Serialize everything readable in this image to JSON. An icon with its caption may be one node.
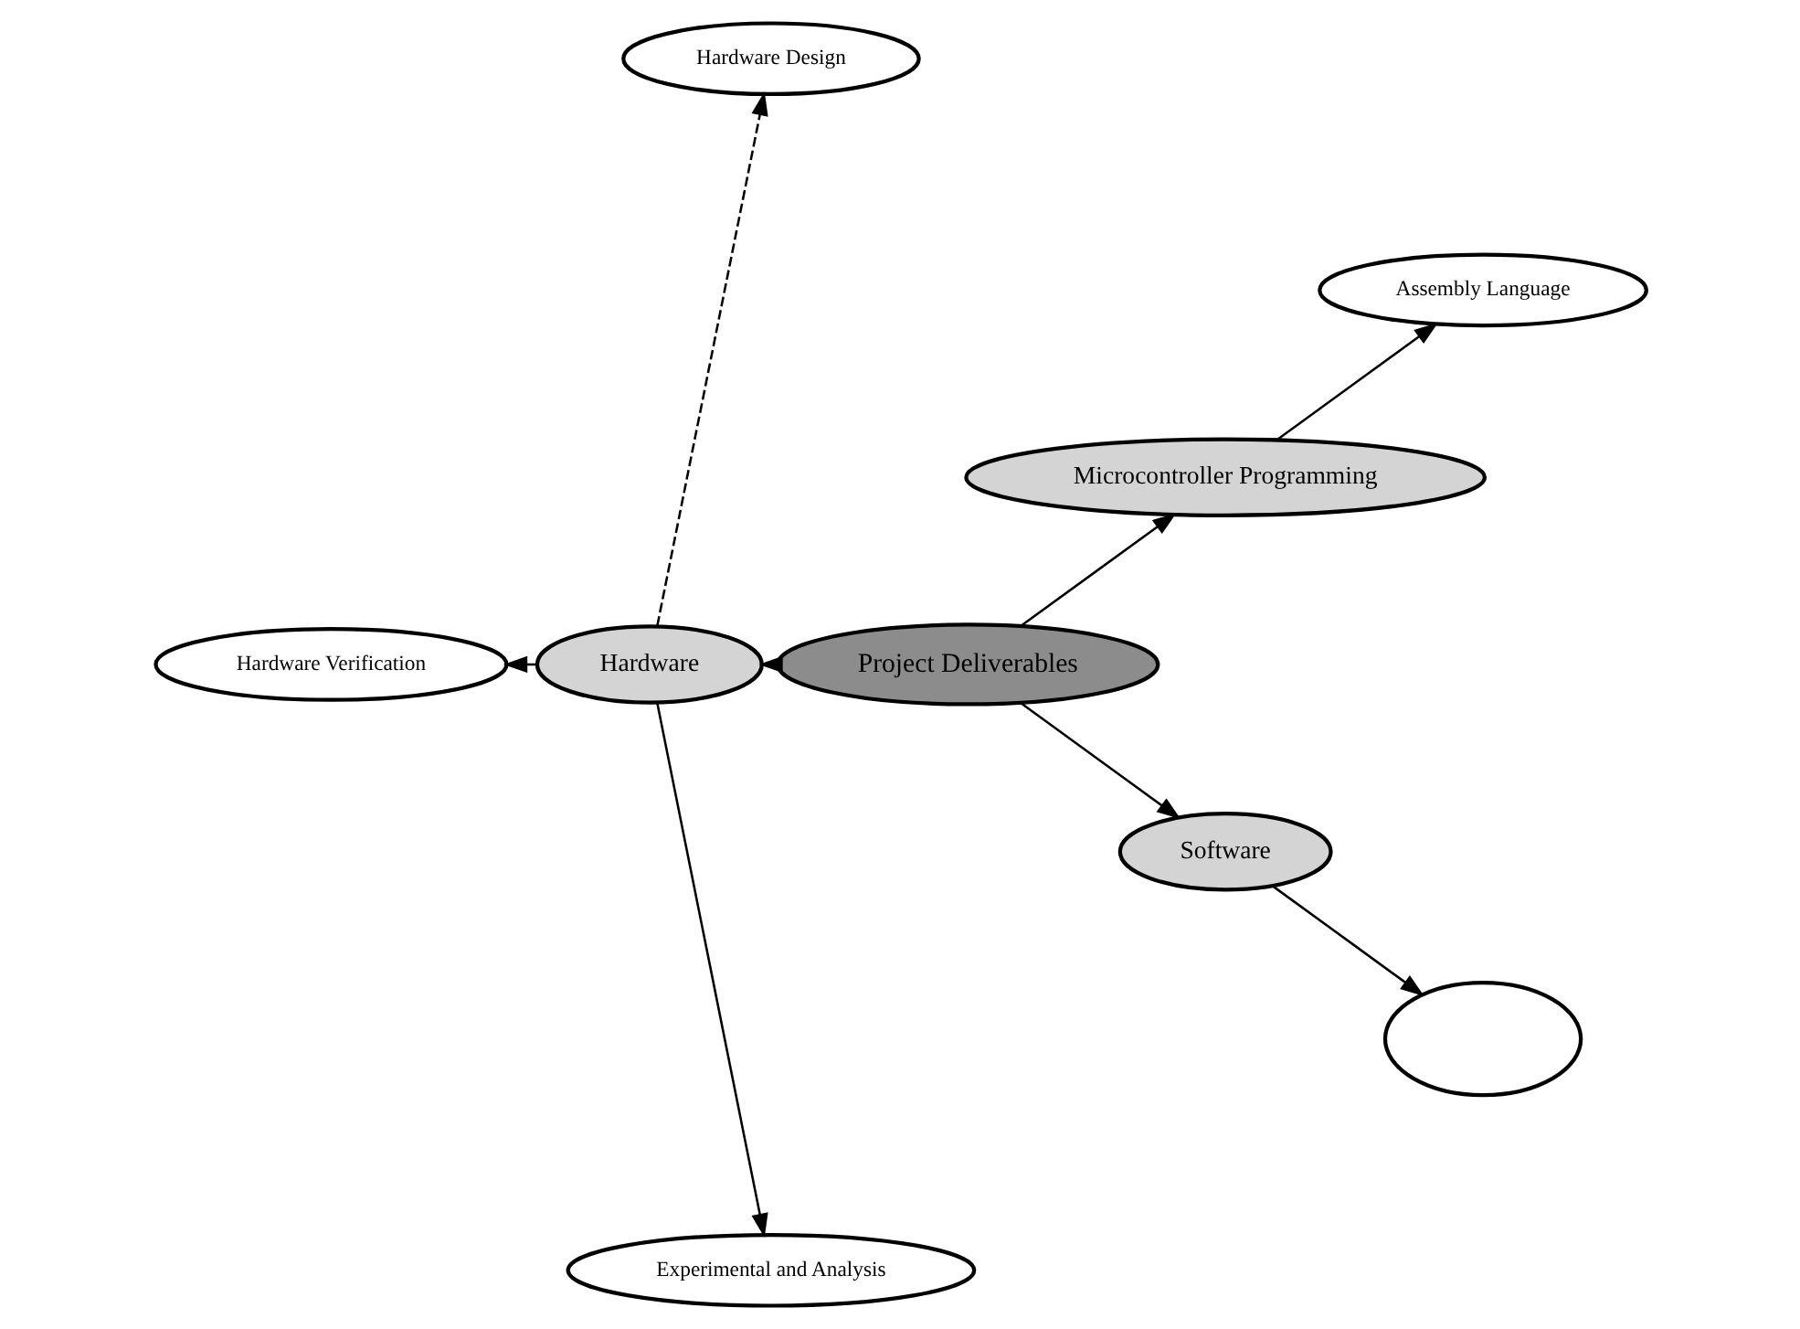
{
  "diagram": {
    "nodes": [
      {
        "text": [
          "Assembly Language"
        ]
      },
      {
        "text": [
          "Hardware Design"
        ]
      },
      {
        "text": [
          "Microcontroller Programming"
        ]
      },
      {
        "text": [
          "Hardware Verification"
        ]
      },
      {
        "text": [
          "Hardware"
        ]
      },
      {
        "text": [
          "Project Deliverables"
        ]
      },
      {
        "text": [
          "Experimental and Analysis"
        ]
      },
      {
        "text": [
          "Software"
        ]
      },
      {
        "text": [],
        "shape": "ellipse"
      }
    ],
    "edges": [
      {
        "from": 5,
        "to": 4,
        "arrow": "to"
      },
      {
        "from": 5,
        "to": 2,
        "arrow": "to"
      },
      {
        "from": 5,
        "to": 7,
        "arrow": "to"
      },
      {
        "from": 4,
        "to": 1,
        "arrow": "to",
        "style": "dashed"
      },
      {
        "from": 4,
        "to": 3,
        "arrow": "to"
      },
      {
        "from": 4,
        "to": 6,
        "arrow": "to"
      },
      {
        "from": 2,
        "to": 0,
        "arrow": "to"
      },
      {
        "from": 7,
        "to": 8,
        "arrow": "to"
      }
    ]
  }
}
